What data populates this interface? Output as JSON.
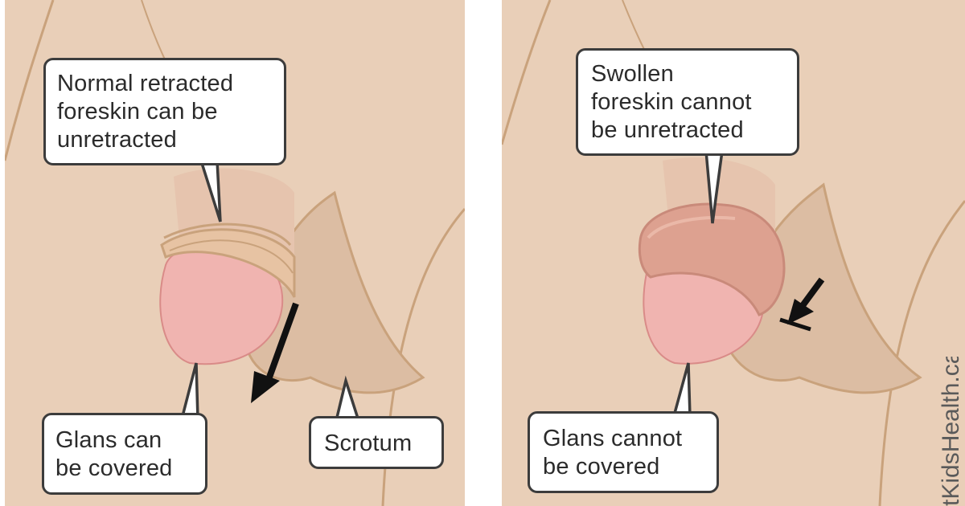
{
  "left_panel": {
    "callout_top": [
      "Normal retracted",
      "foreskin can be",
      "unretracted"
    ],
    "callout_glans": [
      "Glans can",
      "be covered"
    ],
    "callout_scrotum": [
      "Scrotum"
    ]
  },
  "right_panel": {
    "callout_top": [
      "Swollen",
      "foreskin cannot",
      "be unretracted"
    ],
    "callout_glans": [
      "Glans cannot",
      "be covered"
    ]
  },
  "watermark": "tKidsHealth.ca",
  "colors": {
    "skin": "#e9cfb8",
    "skin_shadow": "#dcbda3",
    "outline": "#c9a27c",
    "glans": "#f0b4b0",
    "swollen_foreskin": "#dda190",
    "callout_border": "#3c3c3c",
    "arrow": "#111111"
  }
}
